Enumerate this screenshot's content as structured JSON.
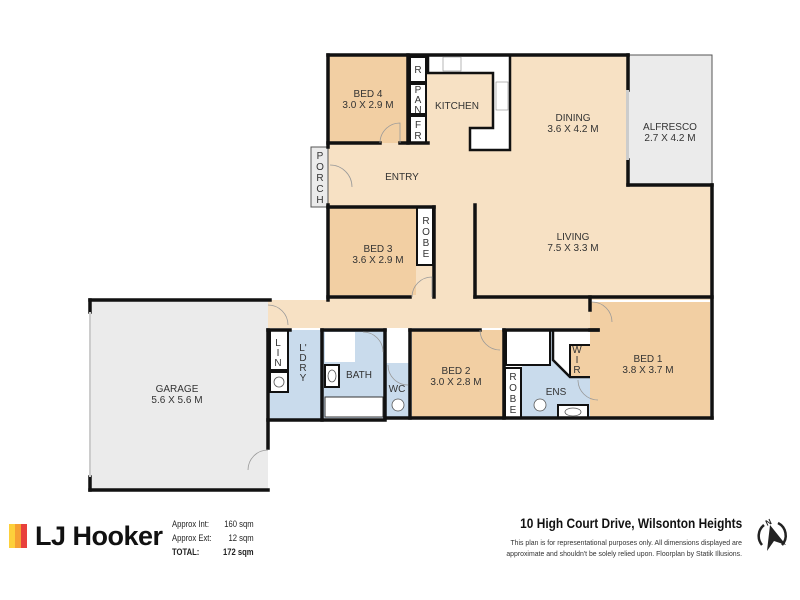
{
  "plan": {
    "rooms": {
      "bed4": {
        "name": "BED 4",
        "size": "3.0 X 2.9 M"
      },
      "kitchen": {
        "name": "KITCHEN"
      },
      "dining": {
        "name": "DINING",
        "size": "3.6 X 4.2 M"
      },
      "alfresco": {
        "name": "ALFRESCO",
        "size": "2.7 X 4.2 M"
      },
      "entry": {
        "name": "ENTRY"
      },
      "porch": {
        "name": "PORCH",
        "letters": [
          "P",
          "O",
          "R",
          "C",
          "H"
        ]
      },
      "bed3": {
        "name": "BED 3",
        "size": "3.6 X 2.9 M"
      },
      "living": {
        "name": "LIVING",
        "size": "7.5 X 3.3 M"
      },
      "garage": {
        "name": "GARAGE",
        "size": "5.6 X 5.6 M"
      },
      "lin": {
        "name": "LIN",
        "letters": [
          "L",
          "I",
          "N"
        ]
      },
      "laundry": {
        "name": "L'DRY",
        "letters": [
          "L'",
          "D",
          "R",
          "Y"
        ]
      },
      "bath": {
        "name": "BATH"
      },
      "wc": {
        "name": "WC"
      },
      "bed2": {
        "name": "BED 2",
        "size": "3.0 X 2.8 M"
      },
      "robe2": {
        "name": "ROBE",
        "letters": [
          "R",
          "O",
          "B",
          "E"
        ]
      },
      "robe3": {
        "name": "ROBE",
        "letters": [
          "R",
          "O",
          "B",
          "E"
        ]
      },
      "ens": {
        "name": "ENS"
      },
      "wir": {
        "name": "WIR",
        "letters": [
          "W",
          "I",
          "R"
        ]
      },
      "bed1": {
        "name": "BED 1",
        "size": "3.8 X 3.7 M"
      },
      "r": {
        "name": "R"
      },
      "pan": {
        "name": "PAN",
        "letters": [
          "P",
          "A",
          "N"
        ]
      },
      "fr": {
        "name": "FR",
        "letters": [
          "F",
          "R"
        ]
      }
    },
    "colors": {
      "bedroom": "#f2cfa3",
      "living": "#f7e1c4",
      "wet": "#c9dbec",
      "outdoor": "#ebebeb",
      "wall": "#111111",
      "door": "#cccccc"
    }
  },
  "footer": {
    "brand": "LJ Hooker",
    "brand_colors": [
      "#fdd03b",
      "#f6a033",
      "#e8403c"
    ],
    "areas": [
      {
        "label": "Approx Int:",
        "value": "160 sqm"
      },
      {
        "label": "Approx Ext:",
        "value": "12 sqm"
      },
      {
        "label": "TOTAL:",
        "value": "172 sqm"
      }
    ],
    "address": "10 High Court Drive, Wilsonton Heights",
    "disclaimer": "This plan is for representational purposes only. All dimensions displayed are approximate and shouldn't be solely relied upon. Floorplan by Statik Illusions.",
    "compass_label": "N"
  }
}
